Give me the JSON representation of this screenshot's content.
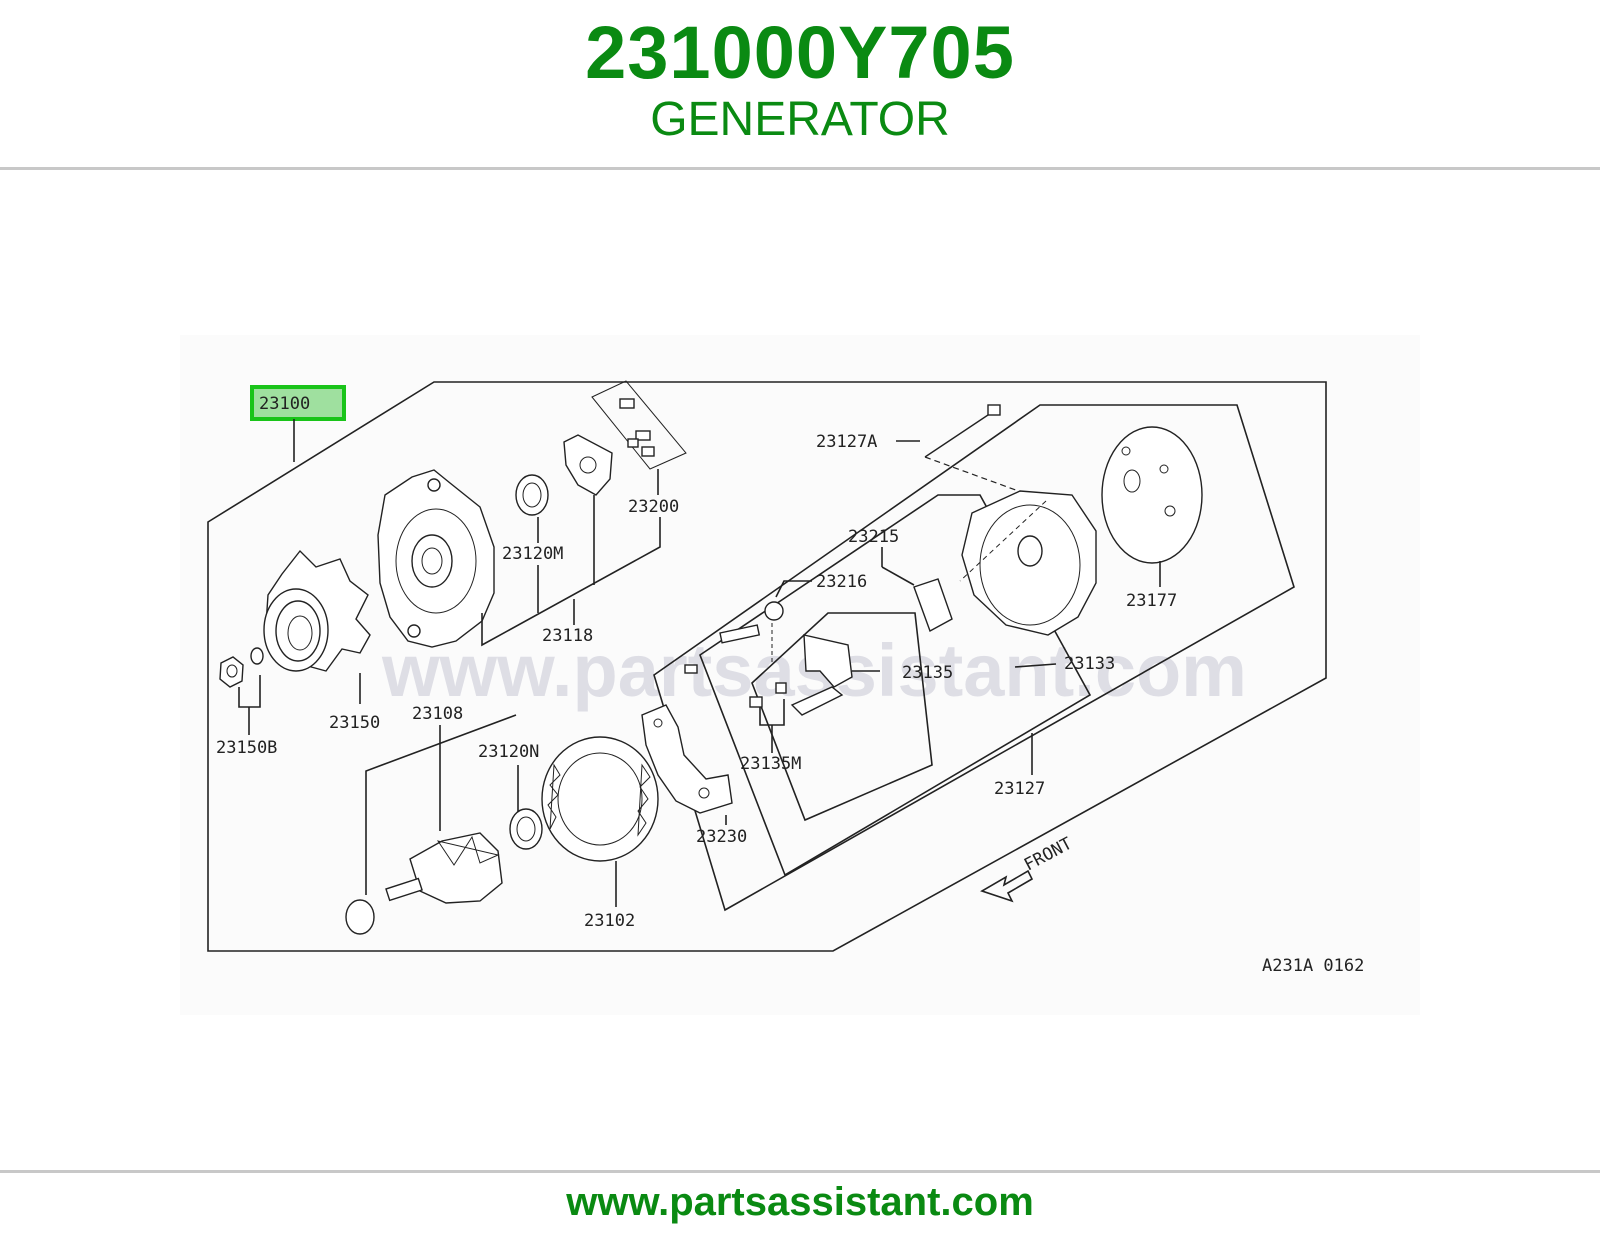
{
  "header": {
    "part_number": "231000Y705",
    "part_name": "GENERATOR"
  },
  "diagram": {
    "watermark": "www.partsassistant.com",
    "highlight_color": "#19c419",
    "highlight_fill": "#9fe09f",
    "accent_color": "#0a8a12",
    "callouts": {
      "c23100": "23100",
      "c23127A": "23127A",
      "c23200": "23200",
      "c23120M": "23120M",
      "c23118": "23118",
      "c23215": "23215",
      "c23216": "23216",
      "c23177": "23177",
      "c23135": "23135",
      "c23133": "23133",
      "c23150": "23150",
      "c23150B": "23150B",
      "c23108": "23108",
      "c23120N": "23120N",
      "c23135M": "23135M",
      "c23127": "23127",
      "c23230": "23230",
      "c23102": "23102",
      "front": "FRONT"
    },
    "figure_code": "A231A 0162"
  },
  "footer": {
    "url": "www.partsassistant.com"
  }
}
